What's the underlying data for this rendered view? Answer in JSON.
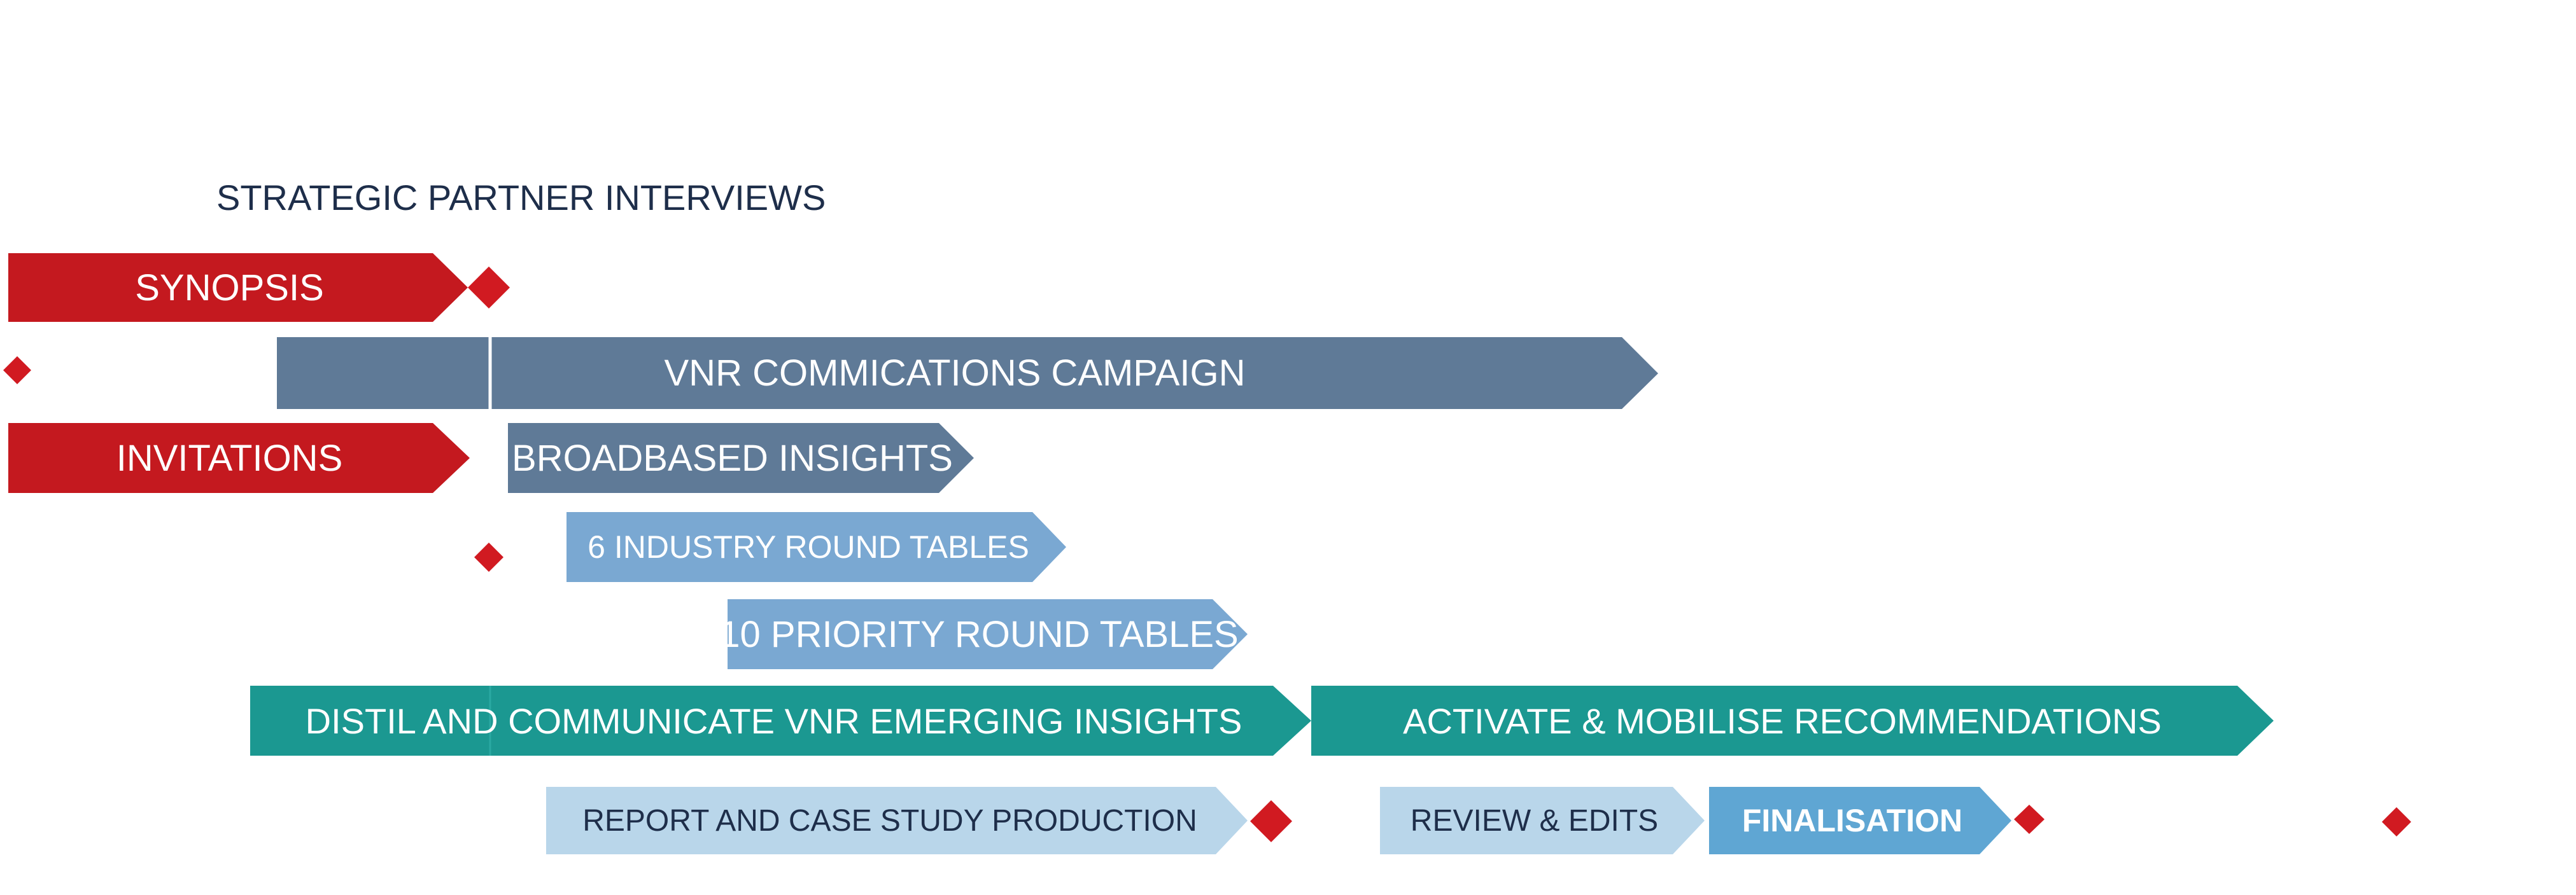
{
  "colors": {
    "red": "#c4191f",
    "slate": "#5f7a97",
    "light_blue": "#7aa8d2",
    "teal": "#1b9891",
    "pale_blue": "#b9d6ea",
    "mid_blue": "#5fa6d3",
    "diamond": "#d11a21",
    "dark_text": "#1e2e4a"
  },
  "labels": {
    "strategic_partner_interviews": "STRATEGIC PARTNER INTERVIEWS",
    "synopsis": "SYNOPSIS",
    "vnr_campaign": "VNR COMMICATIONS CAMPAIGN",
    "invitations": "INVITATIONS",
    "broadbased_insights": "BROADBASED INSIGHTS",
    "industry_round_tables": "6 INDUSTRY ROUND TABLES",
    "priority_round_tables": "10 PRIORITY ROUND TABLES",
    "distil_communicate": "DISTIL AND COMMUNICATE VNR EMERGING INSIGHTS",
    "activate_mobilise": "ACTIVATE & MOBILISE RECOMMENDATIONS",
    "report_production": "REPORT AND CASE STUDY PRODUCTION",
    "review_edits": "REVIEW & EDITS",
    "finalisation": "FINALISATION"
  },
  "milestone_icon": "diamond-icon"
}
